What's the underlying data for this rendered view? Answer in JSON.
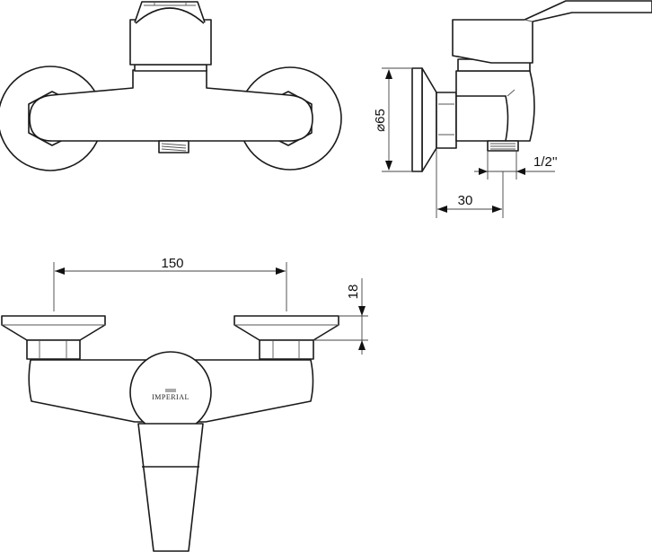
{
  "dimensions": {
    "flange_diameter": "⌀65",
    "thread_size": "1/2''",
    "wall_to_outlet": "30",
    "inlet_spacing": "150",
    "flange_depth": "18"
  },
  "brand": "IMPERIAL",
  "colors": {
    "line": "#1a1a1a",
    "background": "#ffffff"
  }
}
